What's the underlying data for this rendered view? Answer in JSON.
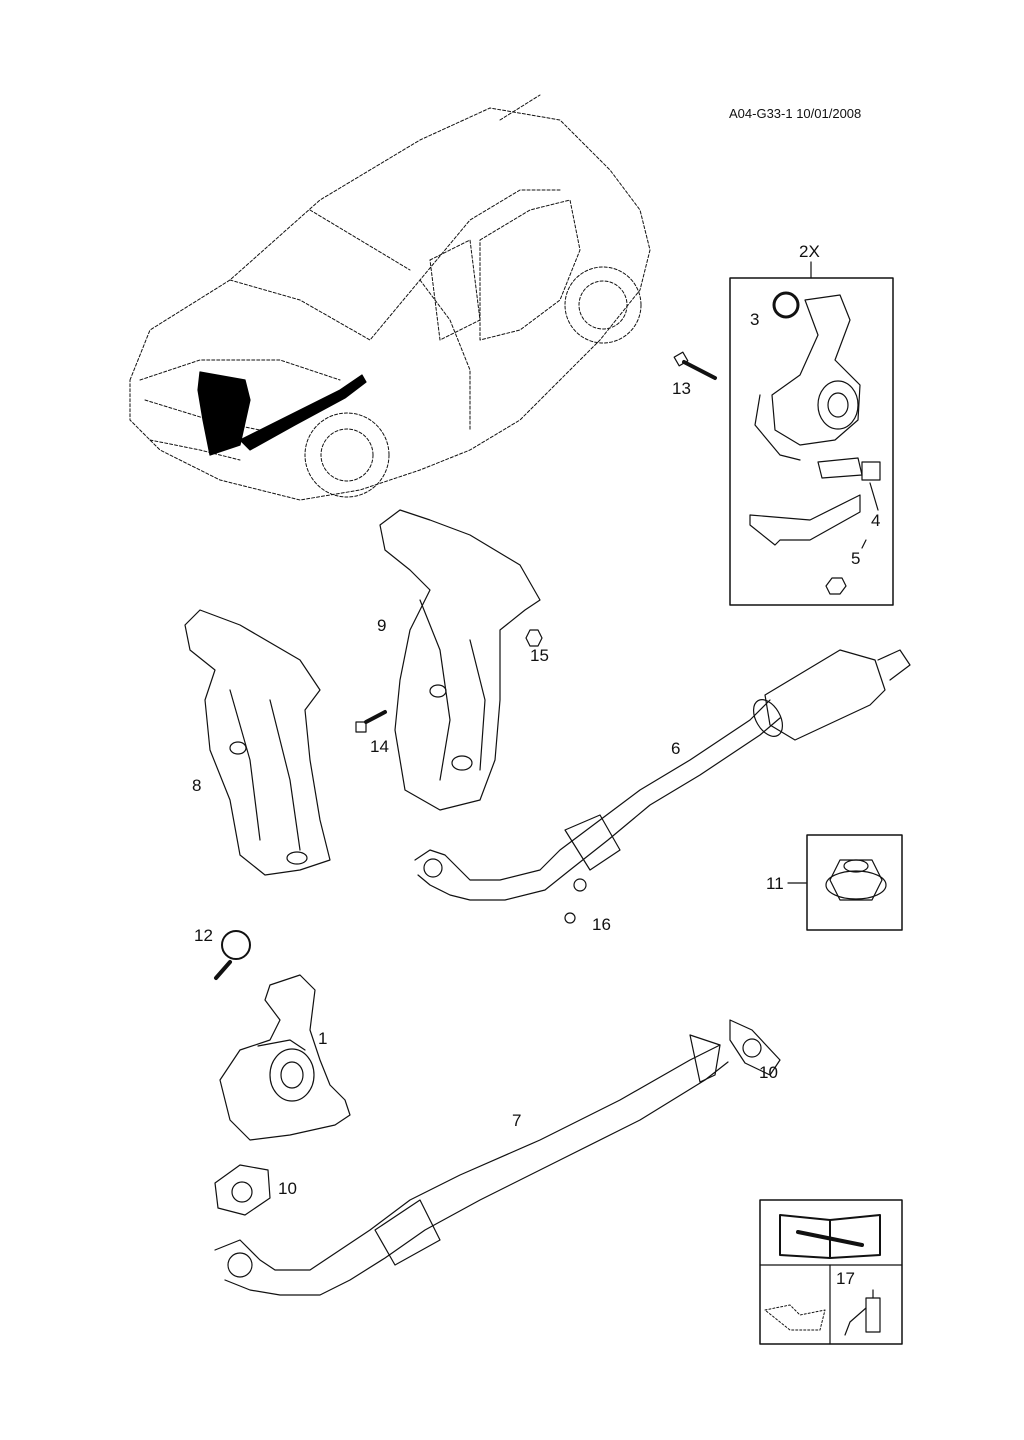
{
  "header": {
    "code": "A04-G33-1 10/01/2008"
  },
  "colors": {
    "line": "#111111",
    "background": "#ffffff",
    "highlight": "#000000"
  },
  "callouts": {
    "c1": "1",
    "c2x": "2X",
    "c3": "3",
    "c4": "4",
    "c5": "5",
    "c6": "6",
    "c7": "7",
    "c8": "8",
    "c9": "9",
    "c10a": "10",
    "c10b": "10",
    "c11": "11",
    "c12": "12",
    "c13": "13",
    "c14": "14",
    "c15": "15",
    "c16": "16",
    "c17": "17"
  },
  "icons": {
    "vehicle": "vehicle-outline-icon",
    "manual": "repair-manual-icon",
    "sealant": "sealant-tube-icon"
  }
}
